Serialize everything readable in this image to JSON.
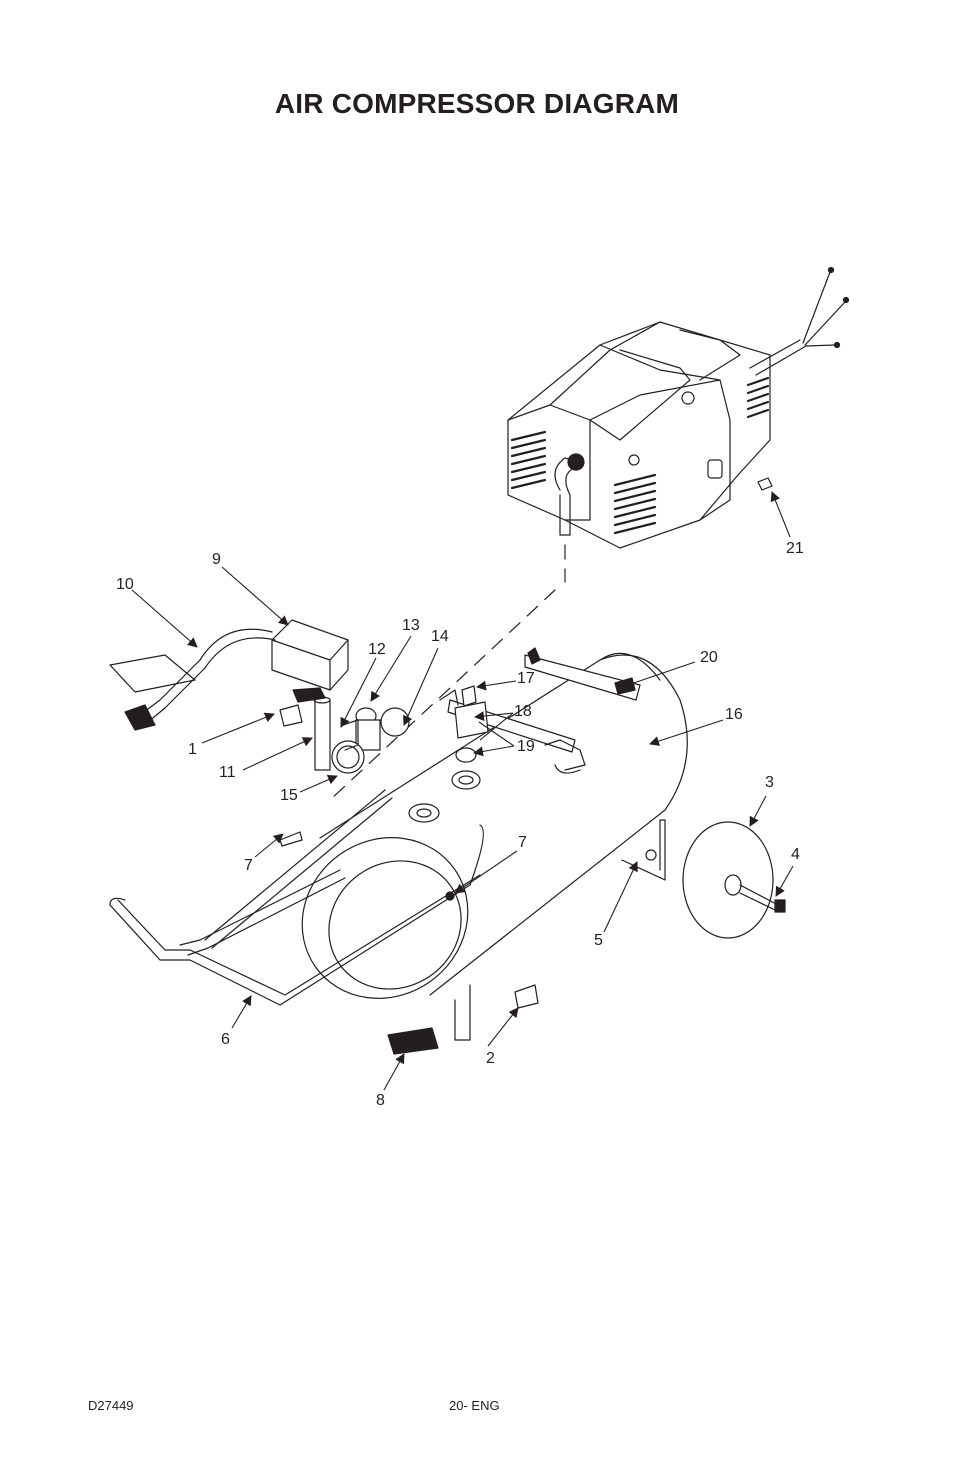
{
  "title": "AIR COMPRESSOR DIAGRAM",
  "footer": {
    "doc_code": "D27449",
    "page": "20- ENG"
  },
  "callouts": [
    {
      "id": "c1",
      "label": "1"
    },
    {
      "id": "c2",
      "label": "2"
    },
    {
      "id": "c3",
      "label": "3"
    },
    {
      "id": "c4",
      "label": "4"
    },
    {
      "id": "c5",
      "label": "5"
    },
    {
      "id": "c6",
      "label": "6"
    },
    {
      "id": "c7a",
      "label": "7"
    },
    {
      "id": "c7b",
      "label": "7"
    },
    {
      "id": "c8",
      "label": "8"
    },
    {
      "id": "c9",
      "label": "9"
    },
    {
      "id": "c10",
      "label": "10"
    },
    {
      "id": "c11",
      "label": "11"
    },
    {
      "id": "c12",
      "label": "12"
    },
    {
      "id": "c13",
      "label": "13"
    },
    {
      "id": "c14",
      "label": "14"
    },
    {
      "id": "c15",
      "label": "15"
    },
    {
      "id": "c16",
      "label": "16"
    },
    {
      "id": "c17",
      "label": "17"
    },
    {
      "id": "c18",
      "label": "18"
    },
    {
      "id": "c19",
      "label": "19"
    },
    {
      "id": "c20",
      "label": "20"
    },
    {
      "id": "c21",
      "label": "21"
    }
  ]
}
